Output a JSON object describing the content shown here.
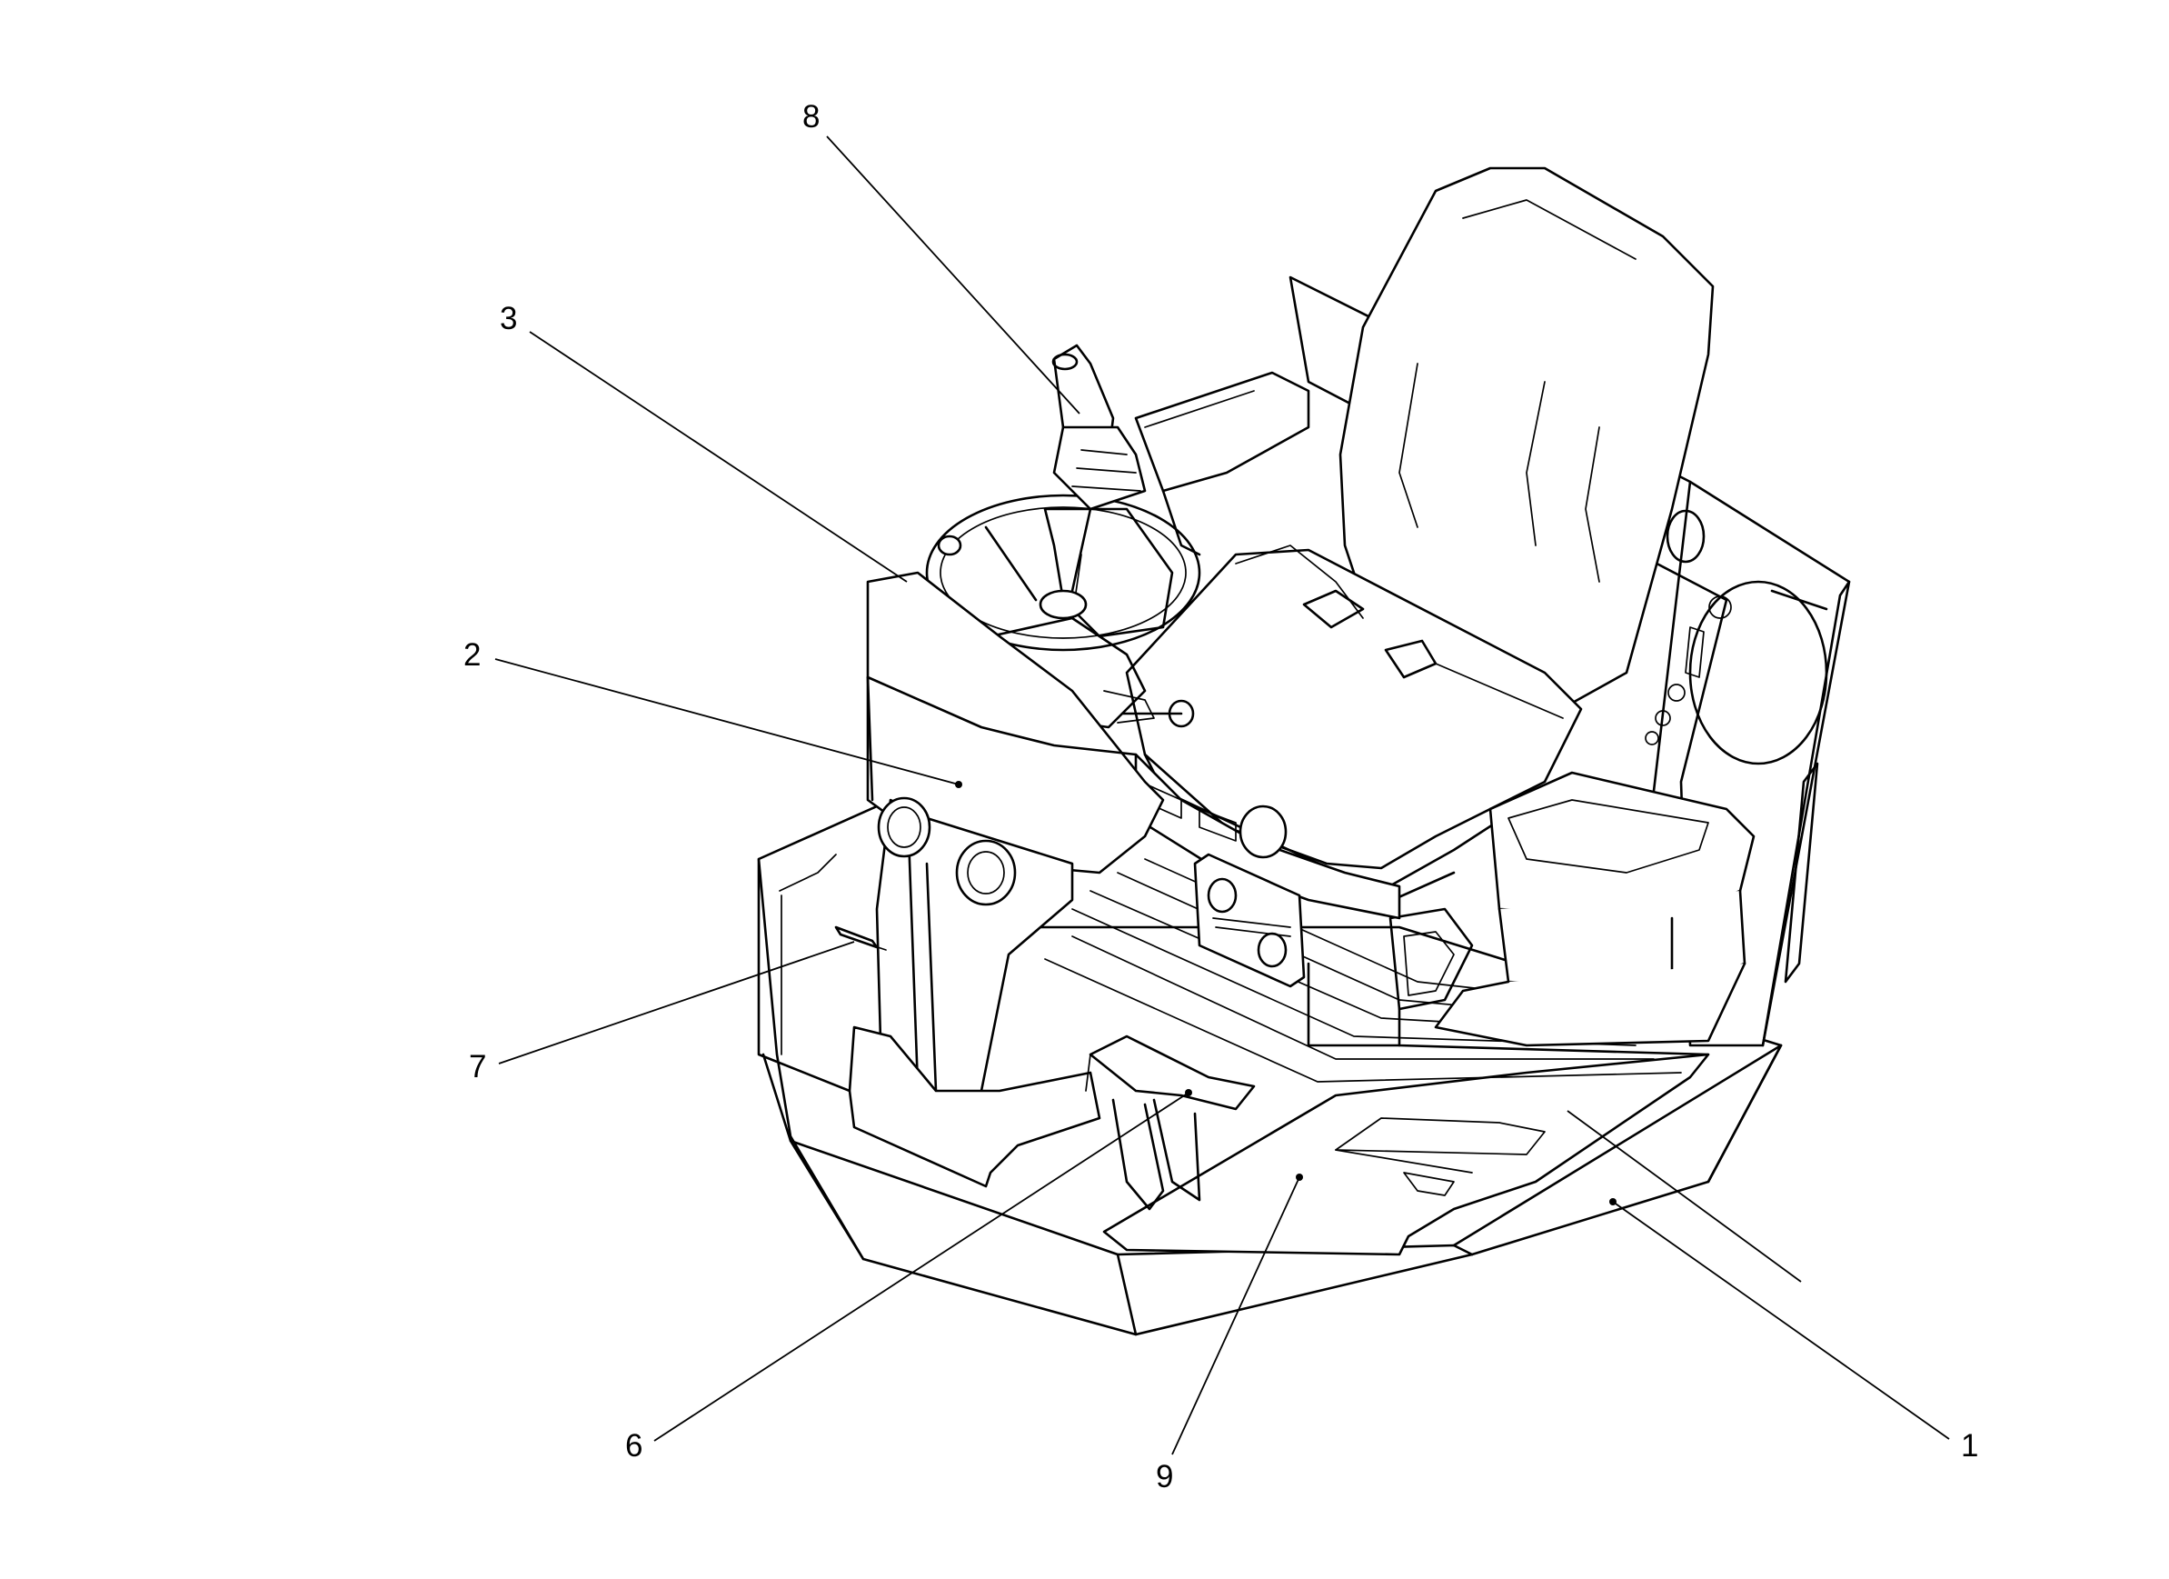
{
  "callouts": [
    {
      "id": "1",
      "label": "1"
    },
    {
      "id": "2",
      "label": "2"
    },
    {
      "id": "3",
      "label": "3"
    },
    {
      "id": "6",
      "label": "6"
    },
    {
      "id": "7",
      "label": "7"
    },
    {
      "id": "8",
      "label": "8"
    },
    {
      "id": "9",
      "label": "9"
    }
  ],
  "colors": {
    "line": "#000000",
    "background": "#ffffff"
  }
}
